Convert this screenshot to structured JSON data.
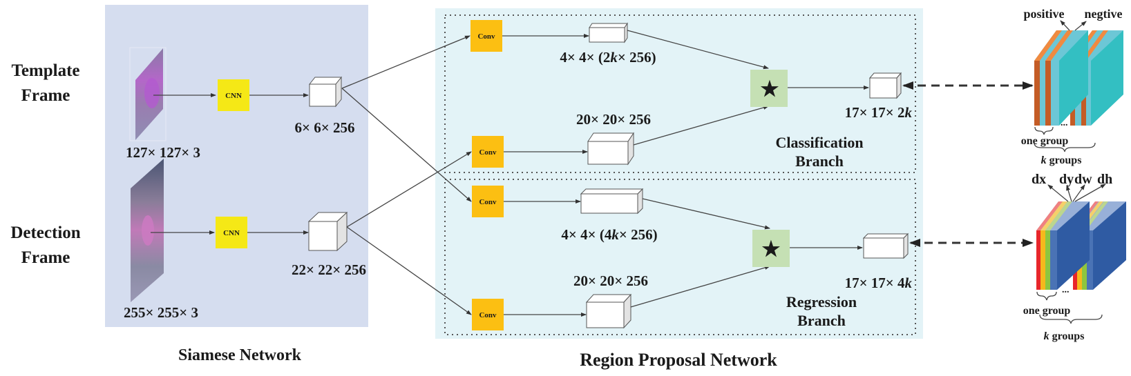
{
  "inputs": {
    "template_label": [
      "Template",
      "Frame"
    ],
    "detection_label": [
      "Detection",
      "Frame"
    ],
    "template_size": "127× 127× 3",
    "detection_size": "255× 255× 3"
  },
  "siamese": {
    "title": "Siamese Network",
    "cnn_label": "CNN",
    "template_feature": "6× 6× 256",
    "detection_feature": "22× 22× 256"
  },
  "rpn": {
    "title": "Region Proposal Network",
    "conv_label": "Conv",
    "classification": {
      "title": [
        "Classification",
        "Branch"
      ],
      "template_feature": [
        "4× 4× (2",
        "k",
        "× 256)"
      ],
      "detection_feature": "20× 20× 256",
      "output": [
        "17× 17× 2",
        "k"
      ],
      "operator": "★"
    },
    "regression": {
      "title": [
        "Regression",
        "Branch"
      ],
      "template_feature": [
        "4× 4× (4",
        "k",
        "× 256)"
      ],
      "detection_feature": "20× 20× 256",
      "output": [
        "17× 17× 4",
        "k"
      ],
      "operator": "★"
    }
  },
  "outputs": {
    "cls": {
      "labels": [
        "positive",
        "negtive"
      ],
      "one_group": "one group",
      "k_groups": [
        "k",
        " groups"
      ],
      "ellipsis": "...",
      "colors": {
        "orange": "#c45c26",
        "light_orange": "#f08a40",
        "cyan": "#6cc7d6",
        "teal": "#33bfc2"
      }
    },
    "reg": {
      "labels": [
        "dx",
        "dy",
        "dw",
        "dh"
      ],
      "one_group": "one group",
      "k_groups": [
        "k",
        " groups"
      ],
      "ellipsis": "...",
      "colors": {
        "red": "#e8262a",
        "yellow": "#f5b91c",
        "green": "#8dc63f",
        "blue": "#4a73b5",
        "dark_blue": "#2f5ba3"
      }
    }
  },
  "colors": {
    "siamese_bg": "#d5ddef",
    "rpn_bg": "#e3f3f7",
    "cnn": "#f5e816",
    "conv": "#fcbf12",
    "xcorr": "#c5e0b4"
  }
}
